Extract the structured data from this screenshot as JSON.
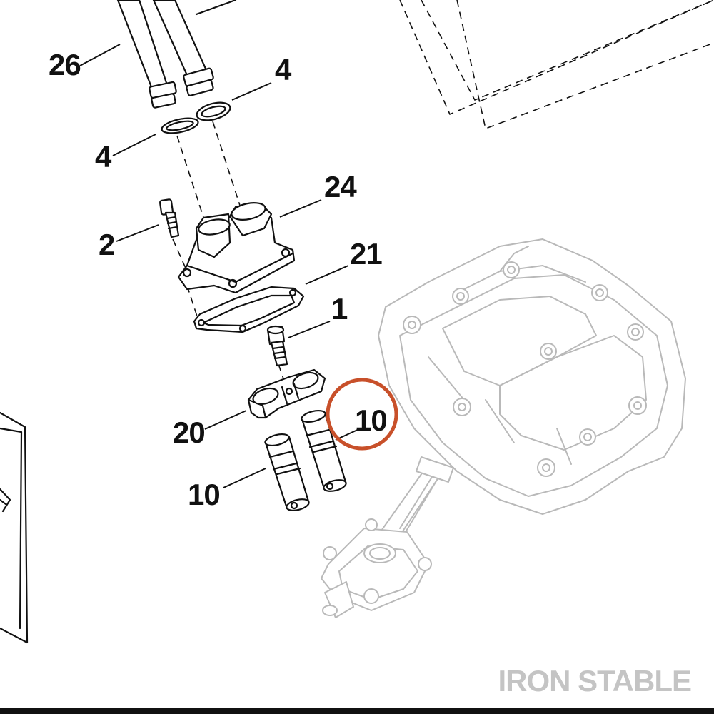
{
  "callouts": {
    "c26": "26",
    "c4_upper": "4",
    "c4_lower": "4",
    "c24": "24",
    "c2": "2",
    "c21": "21",
    "c1": "1",
    "c10_highlight": "10",
    "c20": "20",
    "c10_lower": "10"
  },
  "watermark": "IRON STABLE",
  "colors": {
    "highlight_ring": "#c8502a",
    "watermark": "#c4c4c4",
    "ghost_lines": "#b9b9b9",
    "ink": "#111111"
  }
}
